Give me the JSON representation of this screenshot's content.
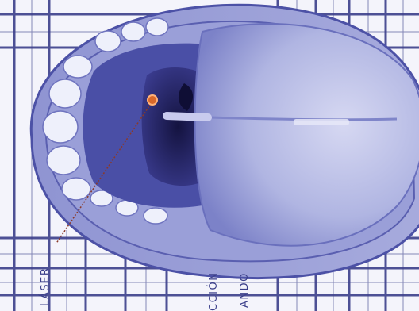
{
  "labels": {
    "laser": "LÁSER",
    "seccion": "CCIÓN",
    "ando": "ANDO"
  },
  "icons": [
    "open-mouth-illustration",
    "laser-point-marker"
  ],
  "colors": {
    "background": "#f4f4fb",
    "grid": "#3b3f8a",
    "mouth_outline": "#5a5fb0",
    "oral_cavity": "#1d1c55",
    "tongue": "#b8bce6",
    "teeth": "#eef0fb",
    "laser_point": "#d9682a"
  }
}
